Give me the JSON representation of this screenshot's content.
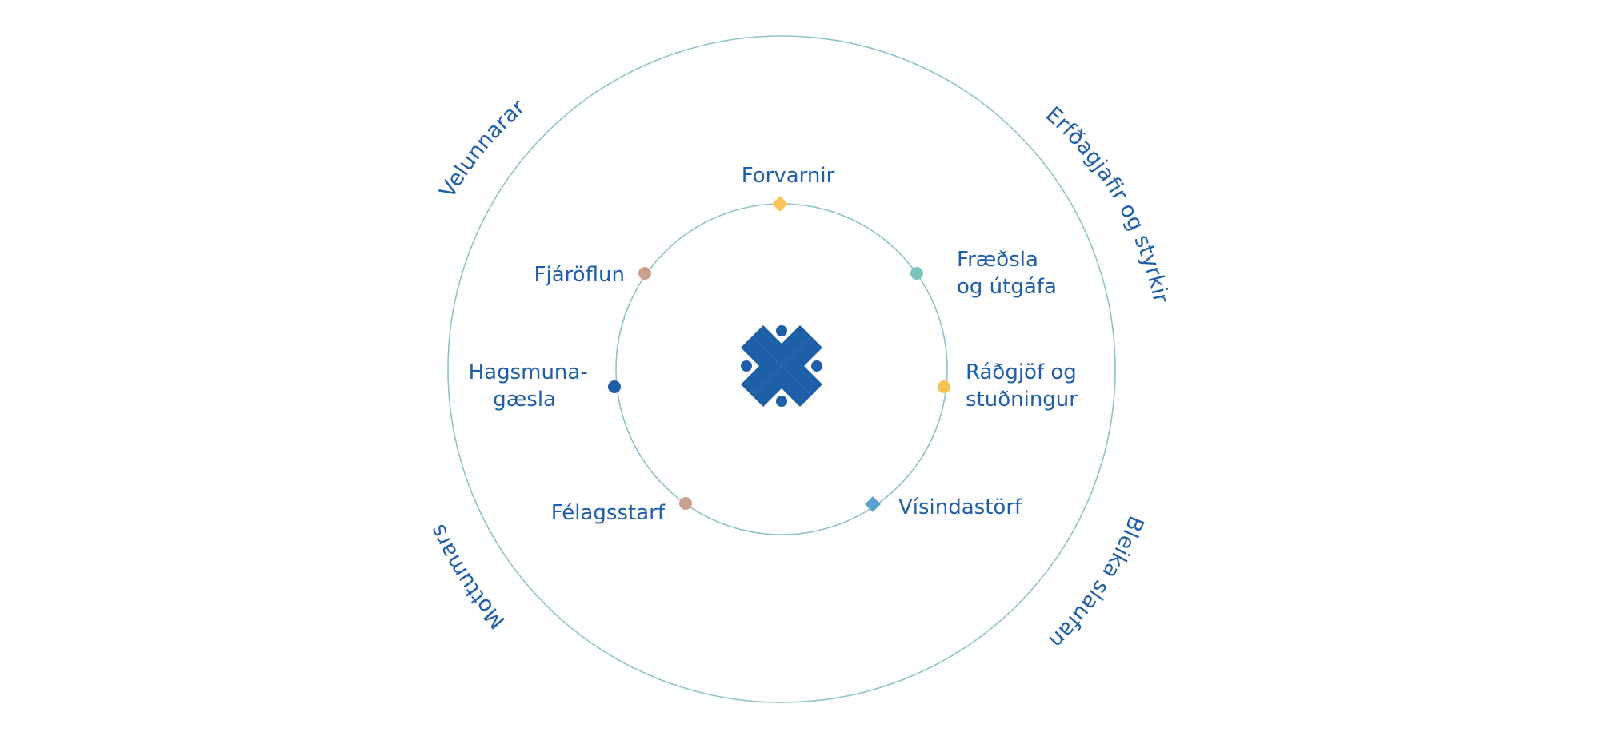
{
  "colors": {
    "ring": "#8cc3c9",
    "text": "#1f5fa8",
    "logo": "#1f5fa8",
    "yellow": "#f6c557",
    "teal": "#7cc4bd",
    "tan": "#c9a08c",
    "blue_dot": "#1f5fa8",
    "blue_diamond": "#5aa2cf"
  },
  "logo": {
    "icon": "cross-people-logo-icon"
  },
  "inner_nodes": [
    {
      "id": "forvarnir",
      "lines": [
        "Forvarnir"
      ],
      "marker": "diamond",
      "color": "#f6c557"
    },
    {
      "id": "fraedsla",
      "lines": [
        "Fræðsla",
        "og útgáfa"
      ],
      "marker": "dot",
      "color": "#7cc4bd"
    },
    {
      "id": "radgjof",
      "lines": [
        "Ráðgjöf og",
        "stuðningur"
      ],
      "marker": "dot",
      "color": "#f6c557"
    },
    {
      "id": "visindastorf",
      "lines": [
        "Vísindastörf"
      ],
      "marker": "diamond",
      "color": "#5aa2cf"
    },
    {
      "id": "felagsstarf",
      "lines": [
        "Félagsstarf"
      ],
      "marker": "dot",
      "color": "#c9a08c"
    },
    {
      "id": "hagsmuna",
      "lines": [
        "Hagsmuna-",
        "gæsla"
      ],
      "marker": "dot",
      "color": "#1f5fa8"
    },
    {
      "id": "fjaroflun",
      "lines": [
        "Fjáröflun"
      ],
      "marker": "dot",
      "color": "#c9a08c"
    }
  ],
  "outer_labels": [
    {
      "id": "velunnarar",
      "text": "Velunnarar"
    },
    {
      "id": "erfdagjafir",
      "text": "Erfðagjafir og styrkir"
    },
    {
      "id": "bleika",
      "text": "Bleika slaufan"
    },
    {
      "id": "mottumars",
      "text": "Mottumars"
    }
  ]
}
